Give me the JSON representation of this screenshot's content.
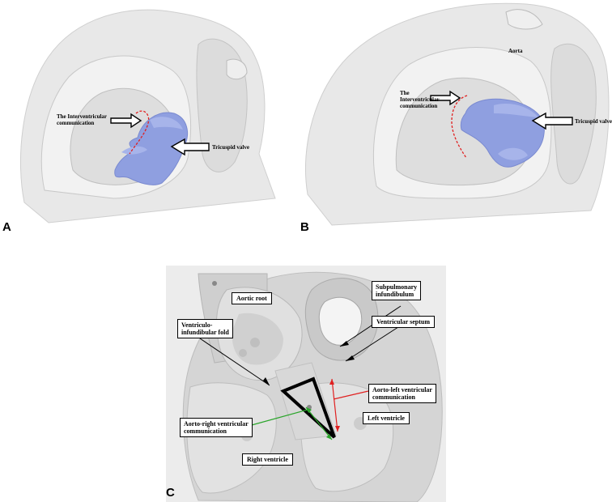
{
  "panels": {
    "a": {
      "letter": "A",
      "labels": {
        "interventricular": "The Interventricular\ncommunication",
        "tricuspid": "Tricuspid valve"
      }
    },
    "b": {
      "letter": "B",
      "labels": {
        "aorta": "Aorta",
        "interventricular": "The\nInterventricular\ncommunication",
        "tricuspid": "Tricuspid valve"
      }
    },
    "c": {
      "letter": "C",
      "labels": {
        "aortic_root": "Aortic root",
        "subpulmonary": "Subpulmonary\ninfundibulum",
        "ventricular_septum": "Ventricular septum",
        "ventriculo_infundibular": "Ventriculo-\ninfundibular fold",
        "aorto_left": "Aorto-left ventricular\ncommunication",
        "left_ventricle": "Left ventricle",
        "aorto_right": "Aorto-right ventricular\ncommunication",
        "right_ventricle": "Right ventricle"
      }
    }
  },
  "colors": {
    "tissue": "#e6e6e6",
    "tissue_shadow": "#c8c8c8",
    "valve": "#8f9fe0",
    "defect_outline": "#e02020",
    "right_arrow": "#2aa52a",
    "left_arrow": "#e02020"
  }
}
